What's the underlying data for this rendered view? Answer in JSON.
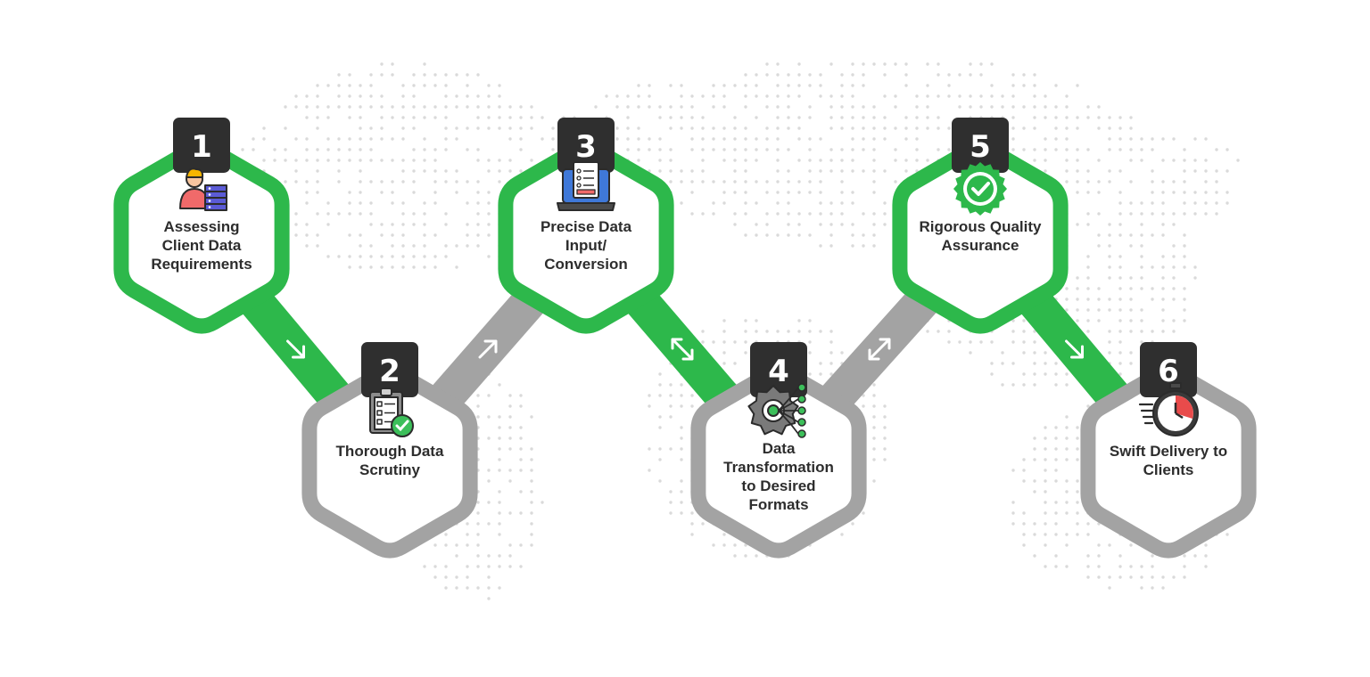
{
  "colors": {
    "green": "#2db84b",
    "gray": "#a3a3a3",
    "badge": "#2f2f2f",
    "dots": "#dadada",
    "text": "#2d2d2d"
  },
  "steps": [
    {
      "number": "1",
      "label_lines": [
        "Assessing",
        "Client Data",
        "Requirements"
      ],
      "status": "green",
      "icon": "person-server-icon"
    },
    {
      "number": "2",
      "label_lines": [
        "Thorough Data",
        "Scrutiny"
      ],
      "status": "gray",
      "icon": "clipboard-check-icon"
    },
    {
      "number": "3",
      "label_lines": [
        "Precise Data",
        "Input/",
        "Conversion"
      ],
      "status": "green",
      "icon": "laptop-document-icon"
    },
    {
      "number": "4",
      "label_lines": [
        "Data",
        "Transformation",
        "to Desired",
        "Formats"
      ],
      "status": "gray",
      "icon": "gear-network-icon"
    },
    {
      "number": "5",
      "label_lines": [
        "Rigorous Quality",
        "Assurance"
      ],
      "status": "green",
      "icon": "quality-badge-check-icon"
    },
    {
      "number": "6",
      "label_lines": [
        "Swift Delivery to",
        "Clients"
      ],
      "status": "gray",
      "icon": "stopwatch-icon"
    }
  ],
  "connectors": [
    {
      "from": "1",
      "to": "2",
      "status": "green",
      "arrow": "down-right-arrow-icon"
    },
    {
      "from": "2",
      "to": "3",
      "status": "gray",
      "arrow": "up-right-arrow-icon"
    },
    {
      "from": "3",
      "to": "4",
      "status": "green",
      "arrow": "diagonal-double-arrow-icon"
    },
    {
      "from": "4",
      "to": "5",
      "status": "gray",
      "arrow": "diagonal-double-arrow-icon"
    },
    {
      "from": "5",
      "to": "6",
      "status": "green",
      "arrow": "down-right-arrow-icon"
    }
  ]
}
